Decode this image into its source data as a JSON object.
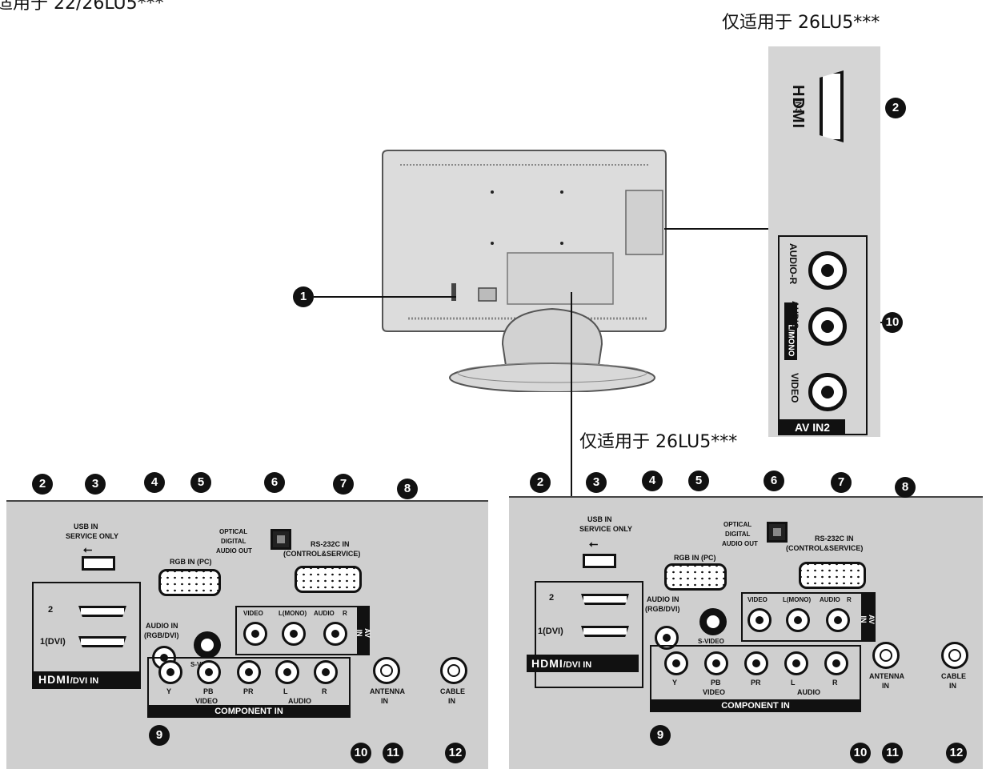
{
  "captions": {
    "top_left_partial": "适用于 22/26LU5***",
    "top_right": "仅适用于 26LU5***",
    "middle": "仅适用于 26LU5***"
  },
  "callouts": [
    "1",
    "2",
    "3",
    "4",
    "5",
    "6",
    "7",
    "8",
    "9",
    "10",
    "11",
    "12"
  ],
  "side_panel": {
    "hdmi_logo": "HDMI",
    "hdmi_port": "IN3",
    "audio_r": "AUDIO-R",
    "l_mono": "L/MONO",
    "audio": "AUDIO",
    "video": "VIDEO",
    "av_in2": "AV IN2"
  },
  "rear_panel": {
    "usb_in": "USB IN",
    "service_only": "SERVICE ONLY",
    "rgb_in_pc": "RGB IN (PC)",
    "optical": "OPTICAL",
    "digital": "DIGITAL",
    "audio_out": "AUDIO OUT",
    "rs232c_in": "RS-232C IN",
    "control_service": "(CONTROL&SERVICE)",
    "hdmi_2": "2",
    "hdmi_1_dvi": "1(DVI)",
    "hdmi_dvi_in_logo": "HDMI",
    "hdmi_dvi_in_suffix": "/DVI IN",
    "audio_in": "AUDIO IN",
    "rgb_dvi": "(RGB/DVI)",
    "s_video": "S-VIDEO",
    "av_video": "VIDEO",
    "av_l_mono": "L(MONO)",
    "av_audio": "AUDIO",
    "av_r": "R",
    "av_in": "AV IN",
    "comp_y": "Y",
    "comp_pb": "PB",
    "comp_pr": "PR",
    "comp_l": "L",
    "comp_r": "R",
    "comp_video": "VIDEO",
    "comp_audio": "AUDIO",
    "component_in": "COMPONENT IN",
    "antenna_in": "ANTENNA",
    "antenna_in2": "IN",
    "cable_in": "CABLE",
    "cable_in2": "IN"
  }
}
